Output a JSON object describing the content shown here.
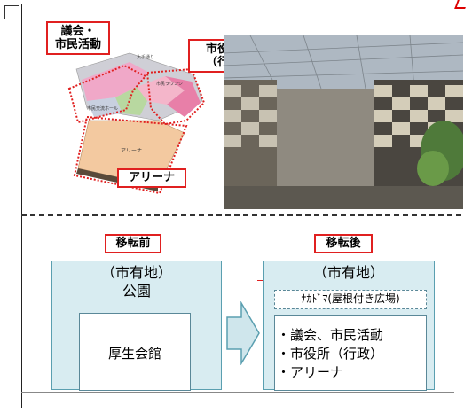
{
  "top": {
    "label_assembly": [
      "議会・",
      "市民活動"
    ],
    "label_cityhall": [
      "市役所棟",
      "（行政）"
    ],
    "label_arena": "アリーナ",
    "plan_tags": [
      "大手通り",
      "市民ラウンジ",
      "市民交流ホール",
      "アリーナ"
    ]
  },
  "before": {
    "header": "移転前",
    "title_lines": [
      "（市有地）",
      "公園"
    ],
    "building": "厚生会館"
  },
  "after": {
    "header": "移転後",
    "title": "（市有地）",
    "roof_plaza": "ﾅｶﾄﾞﾏ(屋根付き広場)",
    "items": [
      "・議会、市民活動",
      "・市役所（行政）",
      "・アリーナ"
    ]
  },
  "colors": {
    "accent_red": "#e02020",
    "panel_fill": "#d8ecf1",
    "panel_border": "#5a9fb0",
    "arrow_fill": "#cfe6ec"
  }
}
